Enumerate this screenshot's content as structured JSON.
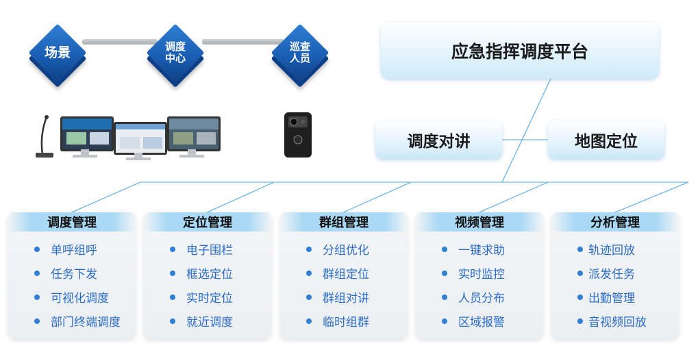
{
  "flow_nodes": [
    {
      "label": "场景"
    },
    {
      "label": "调度\n中心"
    },
    {
      "label": "巡查\n人员"
    }
  ],
  "platform": {
    "title": "应急指挥调度平台"
  },
  "sub_nodes": {
    "left": "调度对讲",
    "right": "地图定位"
  },
  "modules": [
    {
      "title": "调度管理",
      "items": [
        "单呼组呼",
        "任务下发",
        "可视化调度",
        "部门终端调度"
      ]
    },
    {
      "title": "定位管理",
      "items": [
        "电子围栏",
        "框选定位",
        "实时定位",
        "就近调度"
      ]
    },
    {
      "title": "群组管理",
      "items": [
        "分组优化",
        "群组定位",
        "群组对讲",
        "临时组群"
      ]
    },
    {
      "title": "视频管理",
      "items": [
        "一键求助",
        "实时监控",
        "人员分布",
        "区域报警"
      ]
    },
    {
      "title": "分析管理",
      "items": [
        "轨迹回放",
        "派发任务",
        "出勤管理",
        "音视频回放"
      ]
    }
  ],
  "colors": {
    "accent": "#2f7fd4",
    "line": "#6fb7e6",
    "cube": "#1a5fb4"
  },
  "icons": [
    "microphone-icon",
    "monitor-icon",
    "body-camera-icon"
  ]
}
